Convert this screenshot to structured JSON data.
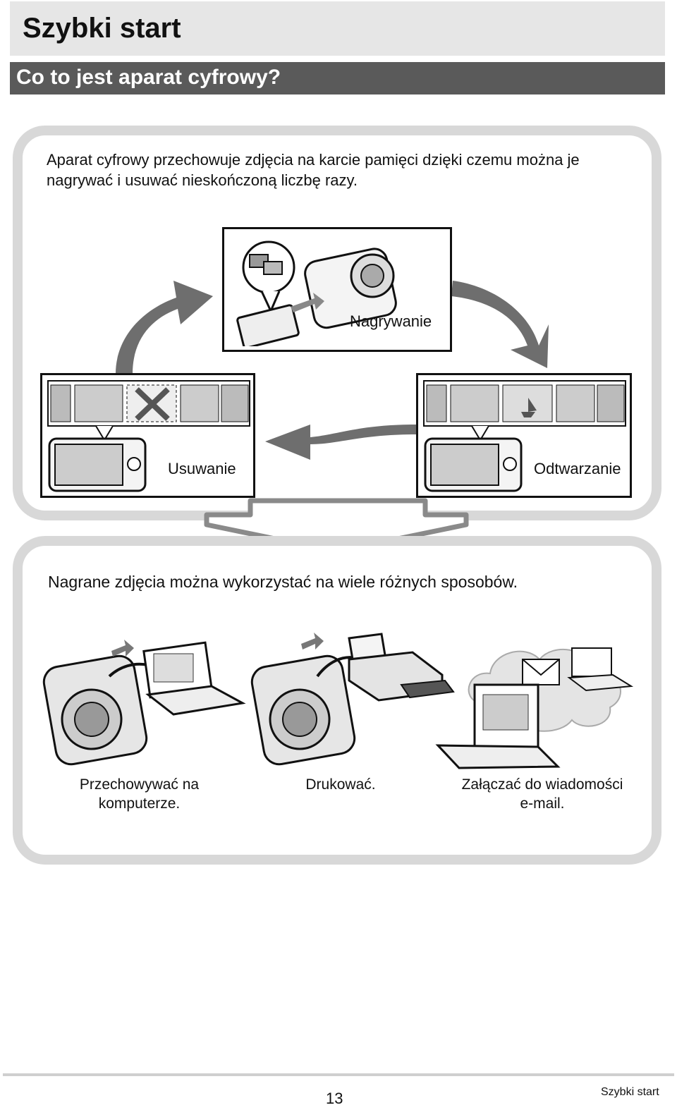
{
  "header": {
    "title": "Szybki start",
    "subtitle": "Co to jest aparat cyfrowy?"
  },
  "intro": {
    "text": "Aparat cyfrowy przechowuje zdjęcia na karcie pamięci dzięki czemu można je nagrywać i usuwać nieskończoną liczbę razy."
  },
  "cycle": {
    "record_label": "Nagrywanie",
    "delete_label": "Usuwanie",
    "play_label": "Odtwarzanie"
  },
  "uses": {
    "intro": "Nagrane zdjęcia można wykorzystać na wiele różnych sposobów.",
    "items": [
      {
        "line1": "Przechowywać na",
        "line2": "komputerze."
      },
      {
        "line1": "Drukować.",
        "line2": ""
      },
      {
        "line1": "Załączać do wiadomości",
        "line2": "e-mail."
      }
    ]
  },
  "footer": {
    "page_number": "13",
    "section": "Szybki start"
  },
  "colors": {
    "title_bar": "#e6e6e6",
    "subtitle_bar": "#5a5a5a",
    "panel_border": "#d8d8d8",
    "arrow": "#6e6e6e"
  }
}
